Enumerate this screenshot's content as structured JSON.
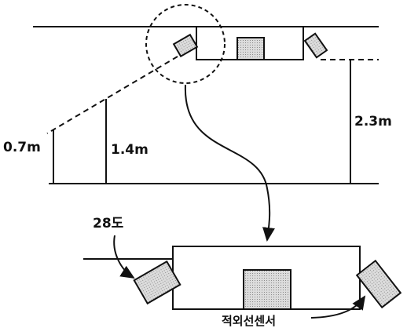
{
  "labels": {
    "h_low": "0.7m",
    "h_mid": "1.4m",
    "h_high": "2.3m",
    "angle": "28도",
    "sensor": "적외선센서"
  },
  "colors": {
    "line": "#111111",
    "fill_sensor": "#c8c8c8",
    "fill_body": "#ffffff"
  },
  "icons": [
    "infrared-sensor-icon",
    "dashed-detection-line",
    "magnify-circle",
    "curved-arrow"
  ]
}
